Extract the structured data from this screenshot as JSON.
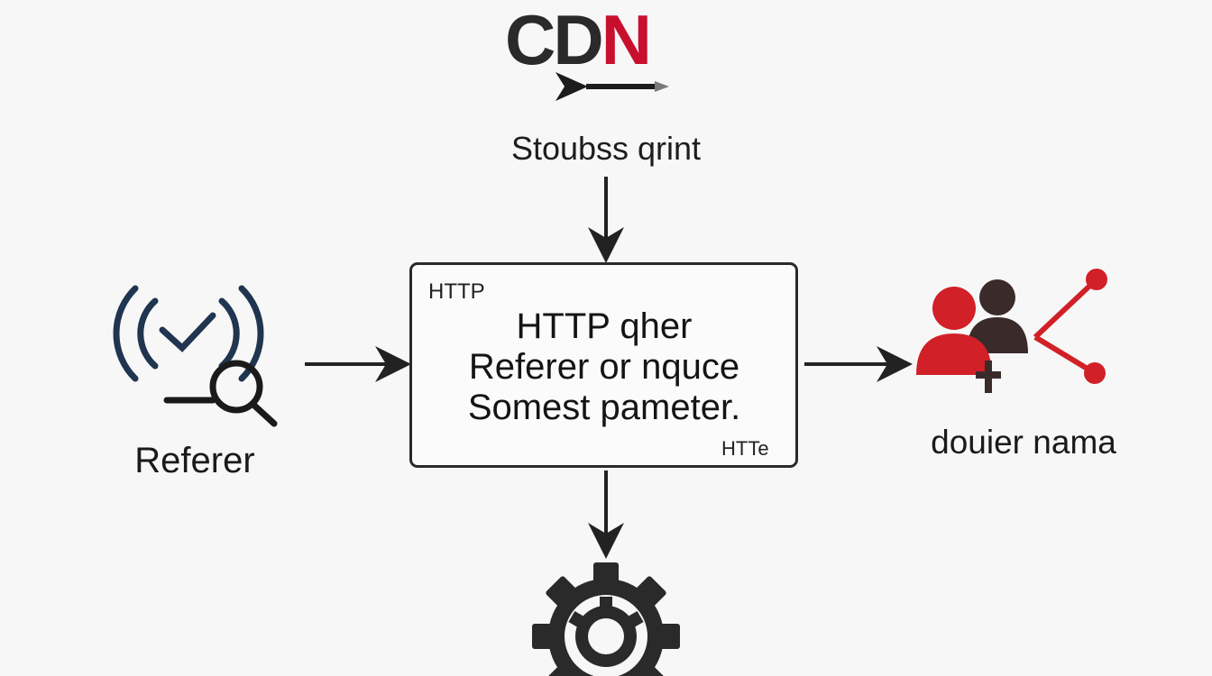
{
  "logo": {
    "text_main": "CD",
    "text_accent": "N",
    "colors": {
      "dark": "#2a2a2a",
      "red": "#c8102e"
    }
  },
  "top_label": "Stoubss qrint",
  "center_box": {
    "tag_top": "HTTP",
    "lines": [
      "HTTP qher",
      "Referer or nquce",
      "Somest pameter."
    ],
    "tag_bottom": "HTTe"
  },
  "left_node": {
    "label": "Referer",
    "icon": "signal-check-magnifier-icon",
    "color": "#1f3550"
  },
  "right_node": {
    "label": "douier nama",
    "icon": "users-share-icon",
    "colors": {
      "red": "#d12027",
      "dark": "#3b2a2a"
    }
  },
  "bottom_node": {
    "icon": "gear-icon"
  },
  "colors": {
    "background": "#f7f7f7",
    "arrow": "#222222"
  }
}
